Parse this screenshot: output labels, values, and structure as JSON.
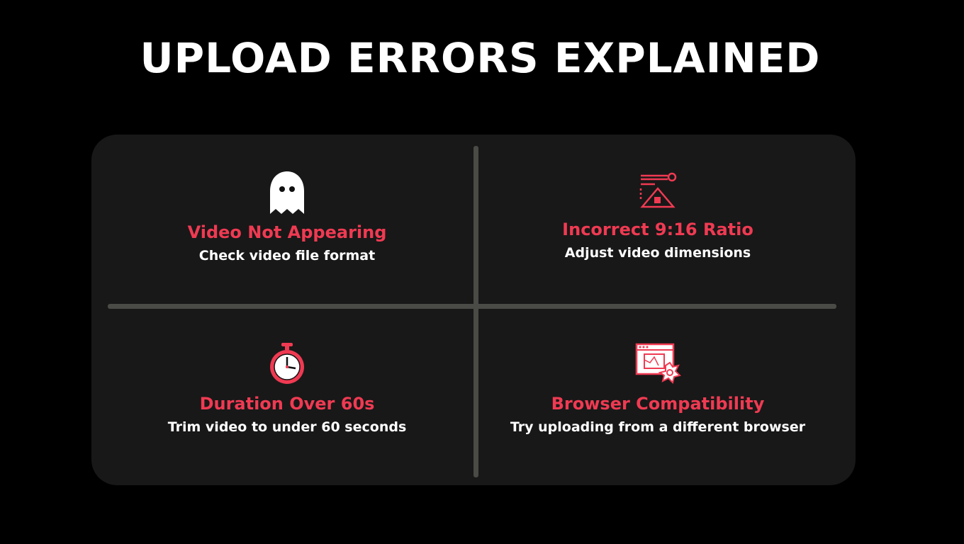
{
  "title": "UPLOAD ERRORS EXPLAINED",
  "colors": {
    "accent": "#f03a52",
    "panel": "#181818",
    "divider": "#4a4a46"
  },
  "cards": [
    {
      "icon": "ghost-icon",
      "heading": "Video Not Appearing",
      "subtext": "Check video file format"
    },
    {
      "icon": "aspect-ratio-warning-icon",
      "heading": "Incorrect 9:16 Ratio",
      "subtext": "Adjust video dimensions"
    },
    {
      "icon": "stopwatch-icon",
      "heading": "Duration Over 60s",
      "subtext": "Trim video to under 60 seconds"
    },
    {
      "icon": "browser-error-icon",
      "heading": "Browser Compatibility",
      "subtext": "Try uploading from a different browser"
    }
  ]
}
